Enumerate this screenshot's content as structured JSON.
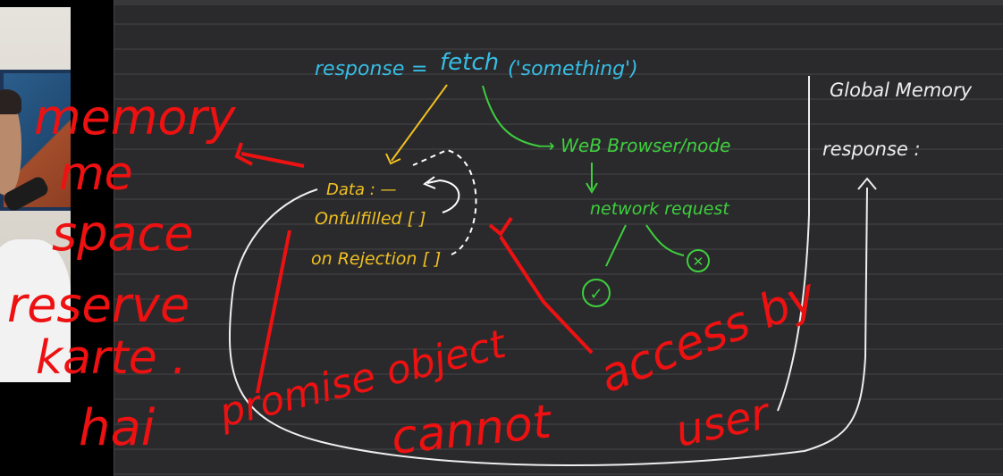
{
  "board": {
    "code_line": {
      "lhs": "response",
      "eq": "=",
      "fn": "fetch",
      "arg": "('something')"
    },
    "promise_box": {
      "data": "Data : —",
      "onfulfilled": "Onfulfilled [ ]",
      "onrejection": "on Rejection [ ]"
    },
    "browser": {
      "web_browser": "→ WeB Browser/node",
      "network_request": "network request",
      "success_mark": "✓",
      "fail_mark": "✕"
    },
    "global_memory": {
      "title": "Global Memory",
      "response_label": "response :"
    }
  },
  "annotations": {
    "memory": "memory",
    "me": "me",
    "space": "space",
    "reserve": "reserve",
    "karte": "karte .",
    "hai": "hai",
    "promise_object": "promise object",
    "cannot": "cannot",
    "access_by": "access by",
    "user": "user"
  },
  "colors": {
    "board_bg": "#2a2a2c",
    "cyan": "#37bde4",
    "yellow": "#f0c020",
    "green": "#3ecf3e",
    "white": "#eeeeee",
    "red": "#ee1111"
  }
}
